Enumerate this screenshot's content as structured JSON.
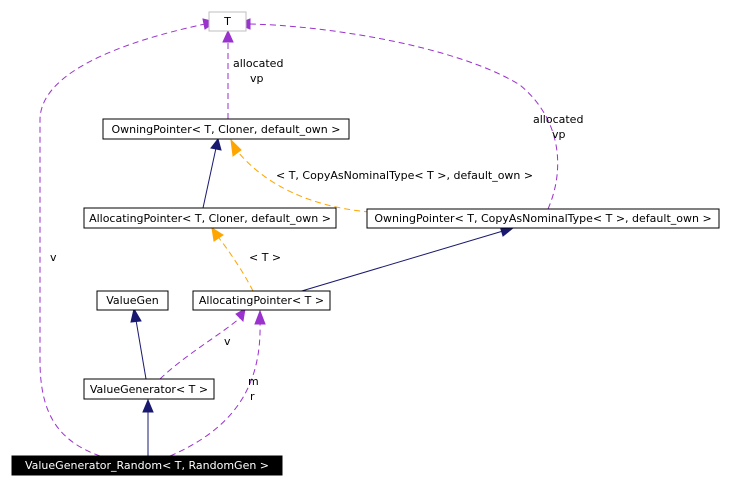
{
  "nodes": {
    "t": "T",
    "owning_cloner": "OwningPointer< T, Cloner, default_own >",
    "allocating_cloner": "AllocatingPointer< T, Cloner, default_own >",
    "owning_copy": "OwningPointer< T, CopyAsNominalType< T >, default_own >",
    "value_gen": "ValueGen",
    "allocating_t": "AllocatingPointer< T >",
    "value_generator": "ValueGenerator< T >",
    "random": "ValueGenerator_Random< T, RandomGen >"
  },
  "edge_labels": {
    "allocated_vp_left": [
      "allocated",
      "vp"
    ],
    "allocated_vp_right": [
      "allocated",
      "vp"
    ],
    "copy_template": "< T, CopyAsNominalType< T >, default_own >",
    "t_template": "< T >",
    "v_left": "v",
    "v_mid": "v",
    "m_r": [
      "m",
      "r"
    ]
  },
  "colors": {
    "inheritance": "#191970",
    "usage": "#9a32cd",
    "template": "#ffa500",
    "highlight_node": "#000000"
  }
}
